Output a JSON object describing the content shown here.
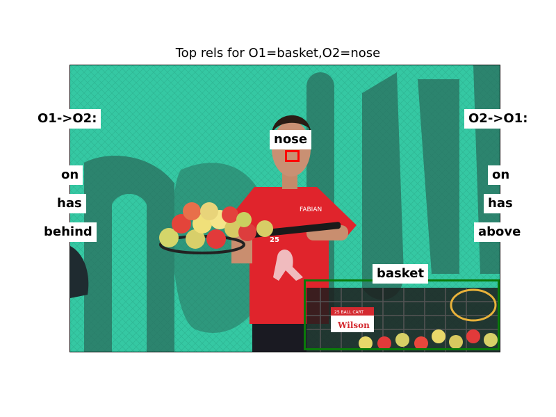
{
  "title": "Top rels for O1=basket,O2=nose",
  "o1_to_o2": {
    "header": "O1->O2:",
    "relations": [
      "on",
      "has",
      "behind"
    ]
  },
  "o2_to_o1": {
    "header": "O2->O1:",
    "relations": [
      "on",
      "has",
      "above"
    ]
  },
  "objects": {
    "o1": {
      "label": "basket",
      "box_color": "#0a7a0a"
    },
    "o2": {
      "label": "nose",
      "box_color": "#ff0000"
    }
  },
  "photo": {
    "shirt_text": "FABIAN",
    "racket_text": "25",
    "sign_text_top": "25 BALL CART",
    "sign_text_brand": "Wilson"
  }
}
